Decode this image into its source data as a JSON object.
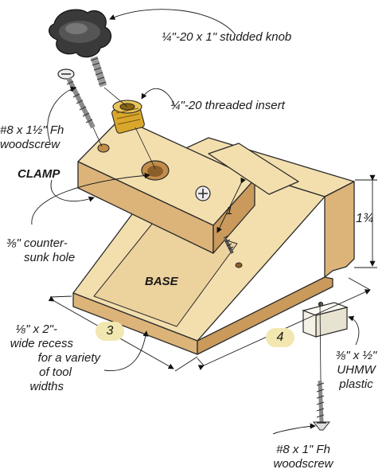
{
  "labels": {
    "studded_knob": "¼\"-20 x 1\" studded knob",
    "threaded_insert": "¼\"-20 threaded insert",
    "woodscrew_top_line1": "#8 x 1½\" Fh",
    "woodscrew_top_line2": "woodscrew",
    "clamp": "CLAMP",
    "countersunk_line1": "⅜\" counter-",
    "countersunk_line2": "sunk hole",
    "base": "BASE",
    "dim_one": "1",
    "dim_height": "1¾",
    "recess_line1": "⅛\" x 2\"-",
    "recess_line2": "wide recess",
    "recess_line3": "for a variety",
    "recess_line4": "of tool",
    "recess_line5": "widths",
    "dim_width": "3",
    "dim_depth": "4",
    "uhmw_line1": "⅜\" x ½\"",
    "uhmw_line2": "UHMW",
    "uhmw_line3": "plastic",
    "woodscrew_bottom_line1": "#8 x 1\" Fh",
    "woodscrew_bottom_line2": "woodscrew"
  },
  "colors": {
    "wood_top": "#f3dfae",
    "wood_side": "#dcb47a",
    "wood_dark": "#c99a5c",
    "brass": "#d9a72b",
    "knob": "#3a3a3a",
    "metal": "#bdbdbd",
    "uhmw": "#f4f1e6",
    "dimension_pill": "#f2e7b0"
  }
}
